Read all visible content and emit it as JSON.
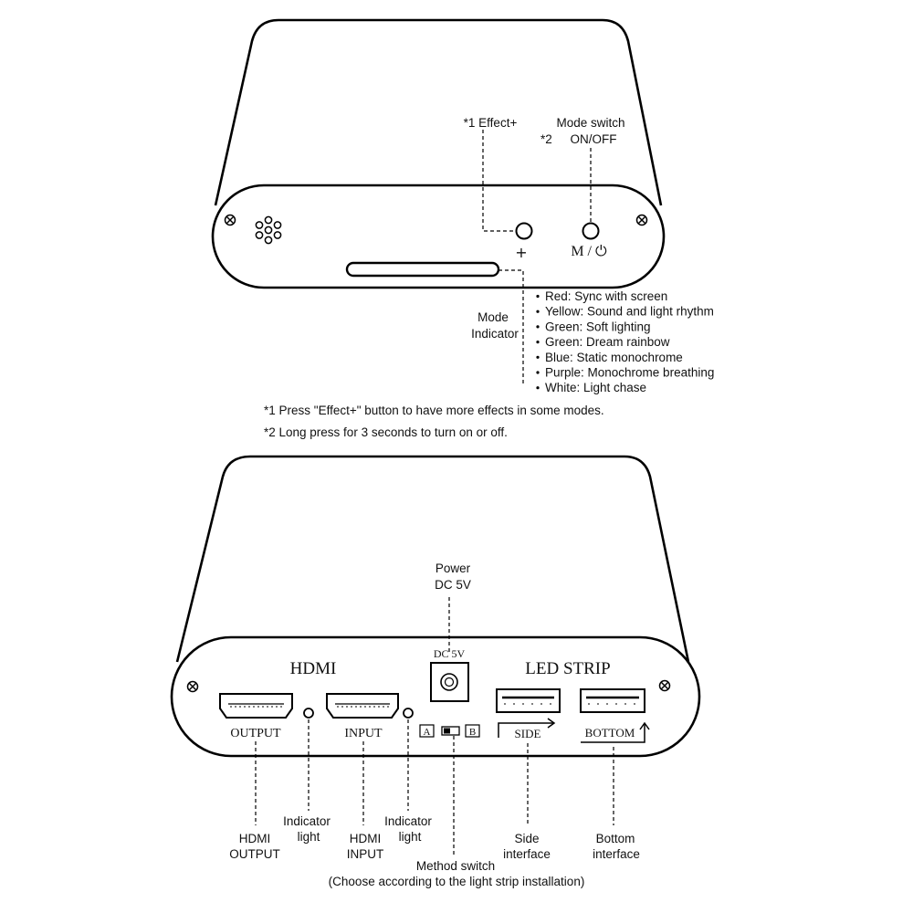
{
  "top_device": {
    "effect_label_a": "*1 Effect+",
    "mode_switch_label": "Mode switch",
    "mode_switch_note_marker": "*2",
    "mode_switch_onoff": "ON/OFF",
    "plus_symbol": "+",
    "mode_button_symbol": "M / ⏻",
    "mode_indicator_line1": "Mode",
    "mode_indicator_line2": "Indicator",
    "indicator_colors": [
      "Red: Sync with screen",
      "Yellow: Sound and light rhythm",
      "Green: Soft lighting",
      "Green: Dream rainbow",
      "Blue: Static monochrome",
      "Purple: Monochrome breathing",
      "White: Light chase"
    ]
  },
  "notes": {
    "note1": "*1 Press \"Effect+\" button to have more effects in some modes.",
    "note2": "*2 Long press for 3 seconds to turn on or off."
  },
  "bottom_device": {
    "power_line1": "Power",
    "power_line2": "DC 5V",
    "hdmi_heading": "HDMI",
    "dc_label": "DC 5V",
    "led_strip_heading": "LED STRIP",
    "output_port_label": "OUTPUT",
    "input_port_label": "INPUT",
    "switch_a": "A",
    "switch_b": "B",
    "side_port_label": "SIDE",
    "bottom_port_label": "BOTTOM",
    "callout_hdmi_output": [
      "HDMI",
      "OUTPUT"
    ],
    "callout_indicator_1": [
      "Indicator",
      "light"
    ],
    "callout_hdmi_input": [
      "HDMI",
      "INPUT"
    ],
    "callout_indicator_2": [
      "Indicator",
      "light"
    ],
    "callout_side": [
      "Side",
      "interface"
    ],
    "callout_bottom": [
      "Bottom",
      "interface"
    ],
    "method_switch": "Method switch",
    "method_switch_note": "(Choose according to the light strip installation)"
  }
}
